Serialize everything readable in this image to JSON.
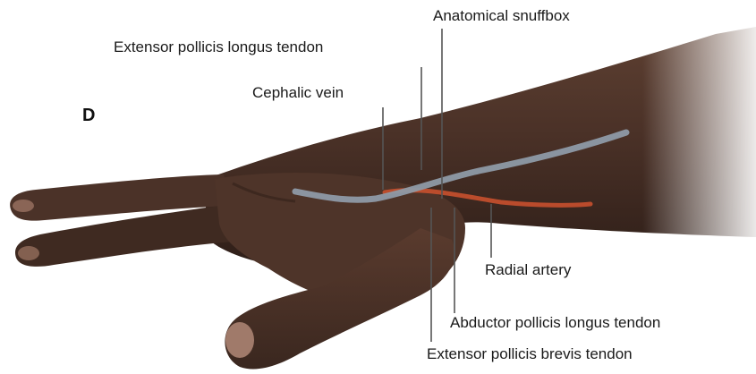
{
  "figure": {
    "panel_letter": "D",
    "labels": {
      "anatomical_snuffbox": "Anatomical snuffbox",
      "extensor_pollicis_longus": "Extensor pollicis longus tendon",
      "cephalic_vein": "Cephalic vein",
      "radial_artery": "Radial artery",
      "abductor_pollicis_longus": "Abductor pollicis longus tendon",
      "extensor_pollicis_brevis": "Extensor pollicis brevis tendon"
    },
    "colors": {
      "skin_dark": "#3e2a22",
      "skin_mid": "#5a3b2e",
      "skin_light": "#7a5444",
      "vein": "#8e9aa6",
      "artery": "#c8502e",
      "leader_line": "#555555"
    }
  }
}
